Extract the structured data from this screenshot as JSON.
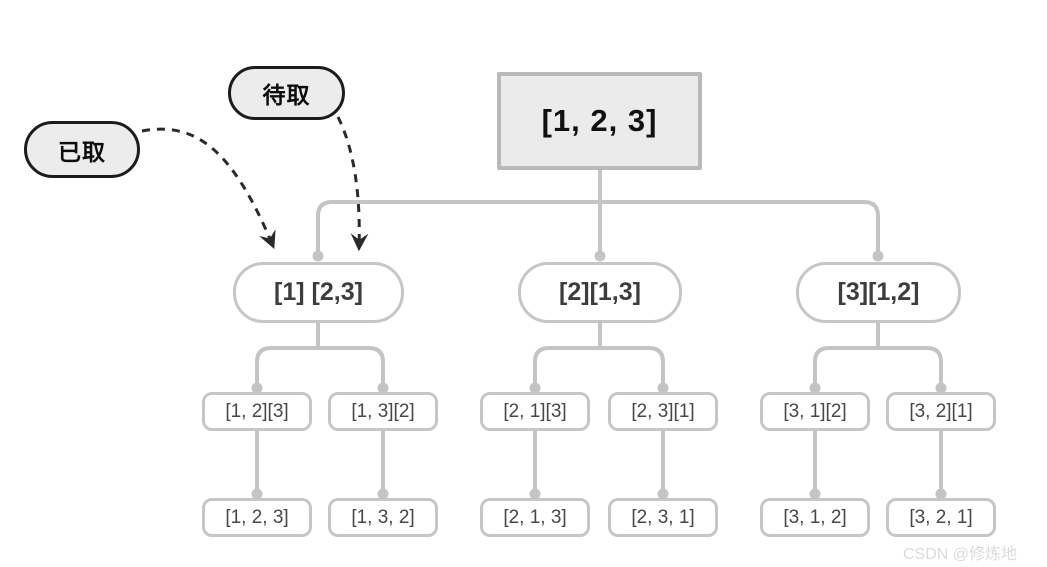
{
  "callouts": {
    "taken_label": "已取",
    "pending_label": "待取"
  },
  "tree": {
    "root": "[1, 2, 3]",
    "level1": [
      "[1] [2,3]",
      "[2][1,3]",
      "[3][1,2]"
    ],
    "level2": [
      "[1, 2][3]",
      "[1, 3][2]",
      "[2, 1][3]",
      "[2, 3][1]",
      "[3, 1][2]",
      "[3, 2][1]"
    ],
    "level3": [
      "[1, 2, 3]",
      "[1, 3, 2]",
      "[2, 1, 3]",
      "[2, 3, 1]",
      "[3, 1, 2]",
      "[3, 2, 1]"
    ]
  },
  "watermark": "CSDN @修炼地",
  "colors": {
    "connector": "#c4c4c4",
    "node_border": "#c6c6c6",
    "node_fill": "#ffffff",
    "root_border": "#b9b9b9",
    "root_fill": "#ebebeb",
    "callout_border": "#1c1c1c",
    "callout_fill": "#ececec",
    "text_dark": "#3d3d3d",
    "text_mid": "#474747",
    "arrow_color": "#2a2a2a",
    "watermark_color": "#dbdbdb"
  }
}
